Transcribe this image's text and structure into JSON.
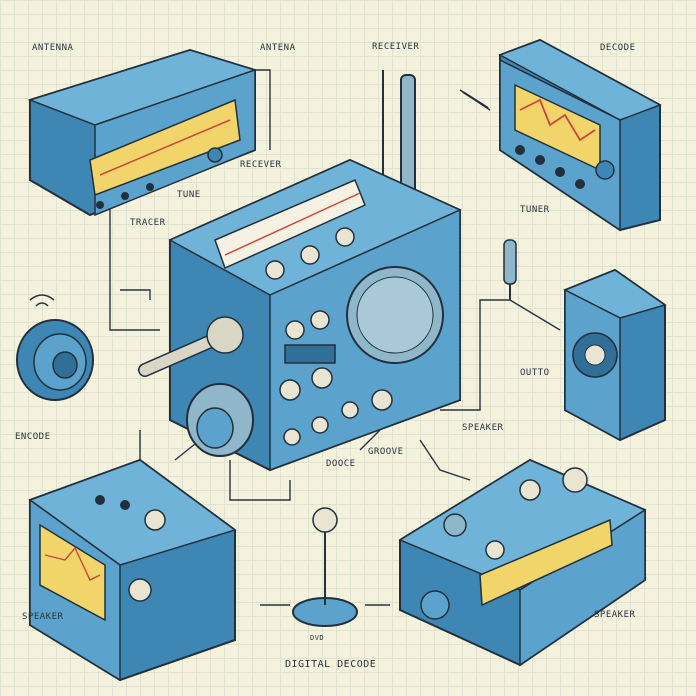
{
  "labels": {
    "antenna_left": "ANTENNA",
    "antenna_right": "ANTENA",
    "receiver_top": "RECEIVER",
    "decoder_top": "DECODE",
    "receiver_mid": "RECEVER",
    "tune": "TUNE",
    "tracer": "TRACER",
    "tuner": "TUNER",
    "outto": "OUTTO",
    "engine": "ENCODE",
    "speaker_mid": "SPEAKER",
    "groove": "GROOVE",
    "dodge": "DOOCE",
    "speaker_bottom_left": "SPEAKER",
    "speaker_bottom_right": "SPEAKER",
    "digital_decoder": "DIGITAL DECODE",
    "small_tag": "DVD"
  },
  "colors": {
    "device_body": "#5ba3cc",
    "device_dark": "#2f6f98",
    "outline": "#22303c",
    "display_yellow": "#f2d56a",
    "display_red": "#d0453a",
    "paper": "#f4f1dd"
  }
}
